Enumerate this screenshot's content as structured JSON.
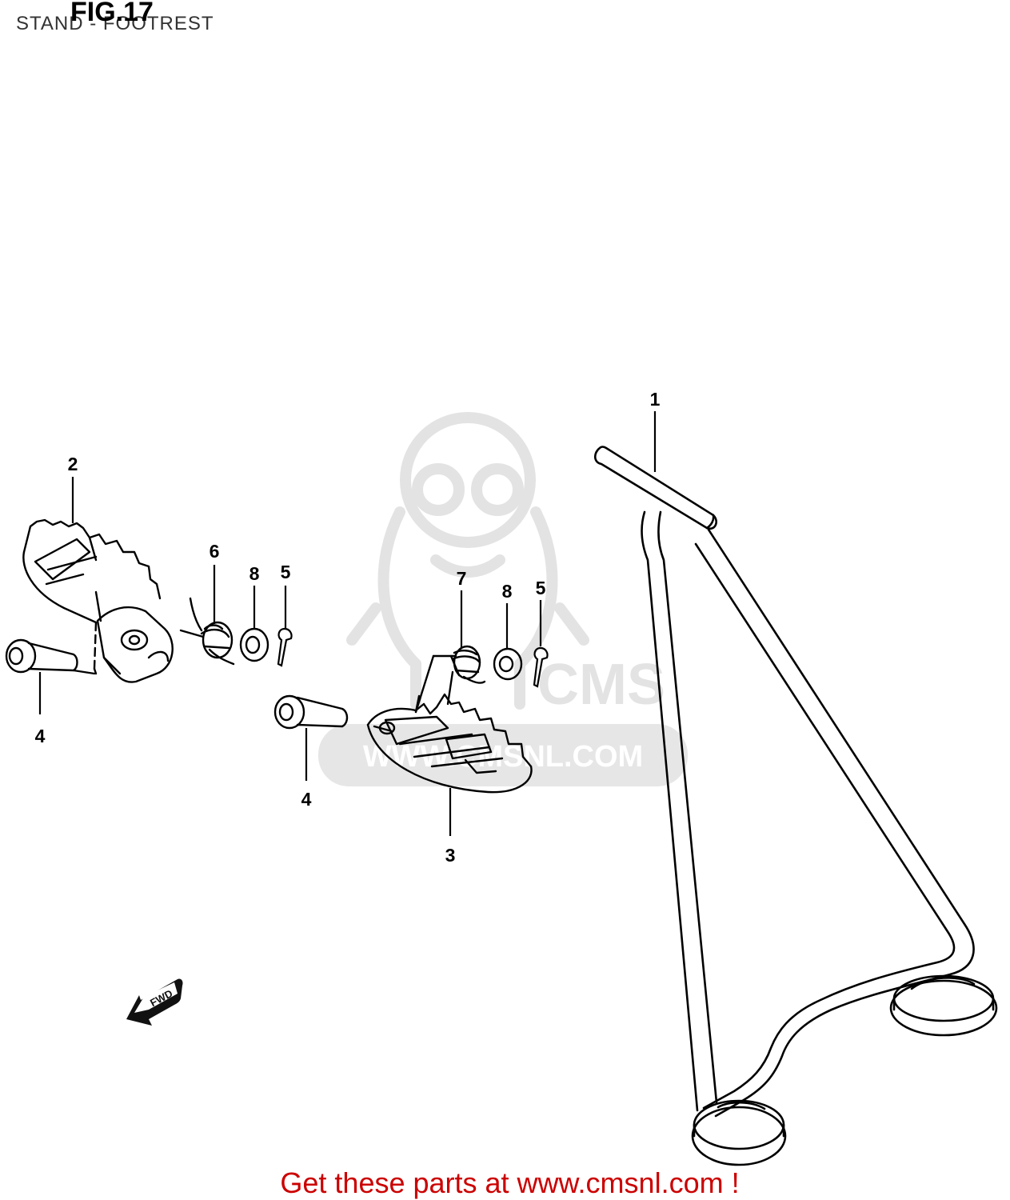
{
  "header": {
    "figure_label": "FIG.17",
    "subtitle": "STAND - FOOTREST"
  },
  "watermark": {
    "brand": "CMS",
    "url": "WWW.CMSNL.COM",
    "color": "#e3e3e3"
  },
  "direction_marker": {
    "label": "FWD",
    "icon": "fwd-arrow-icon"
  },
  "callouts": {
    "c1": "1",
    "c2": "2",
    "c3": "3",
    "c4a": "4",
    "c4b": "4",
    "c5a": "5",
    "c5b": "5",
    "c6": "6",
    "c7": "7",
    "c8a": "8",
    "c8b": "8"
  },
  "footer": {
    "cta_text": "Get these parts at www.cmsnl.com !",
    "cta_color": "#cc0000"
  }
}
